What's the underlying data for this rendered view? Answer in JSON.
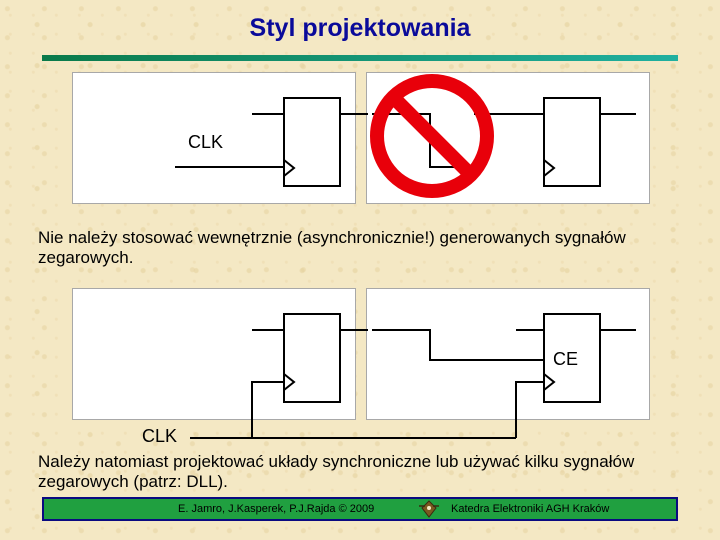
{
  "slide": {
    "title": "Styl projektowania"
  },
  "top_diagram": {
    "clk_label": "CLK",
    "prohibition_icon": "prohibition-sign-icon",
    "prohibition_color": "#e8000a"
  },
  "middle_text": "Nie należy stosować wewnętrznie (asynchronicznie!) generowanych sygnałów zegarowych.",
  "bottom_diagram": {
    "ce_label": "CE",
    "clk_label": "CLK"
  },
  "bottom_text": "Należy natomiast projektować układy synchroniczne lub używać kilku sygnałów zegarowych (patrz: DLL).",
  "footer": {
    "authors": "E. Jamro, J.Kasperek, P.J.Rajda © 2009",
    "department": "Katedra Elektroniki AGH Kraków",
    "logo_icon": "agh-logo-icon",
    "bar_color": "#20a040"
  }
}
